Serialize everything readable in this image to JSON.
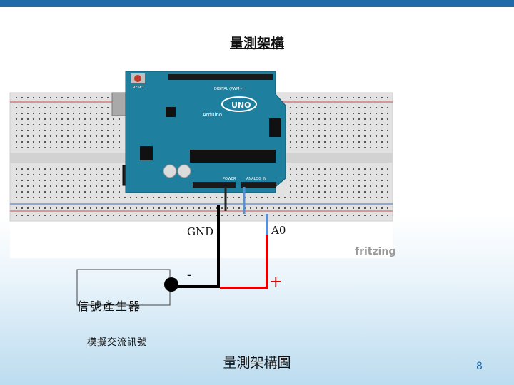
{
  "slide": {
    "title": "量測架構",
    "caption": "量測架構圖",
    "page_number": "8"
  },
  "diagram": {
    "gnd_label": "GND",
    "a0_label": "A0",
    "minus_label": "-",
    "plus_label": "+",
    "watermark": "fritzing",
    "generator_label": "信號產生器",
    "signal_label": "模擬交流訊號",
    "board": {
      "model_text": "UNO",
      "brand_text": "Arduino",
      "reset_text": "RESET",
      "power_text": "POWER",
      "analog_text": "ANALOG IN",
      "digital_text": "DIGITAL (PWM~)"
    }
  },
  "colors": {
    "accent": "#1f6aa8",
    "board": "#1f7f9e",
    "wire_gnd": "#000000",
    "wire_signal": "#e00000",
    "wire_a0": "#5b8fd0"
  }
}
